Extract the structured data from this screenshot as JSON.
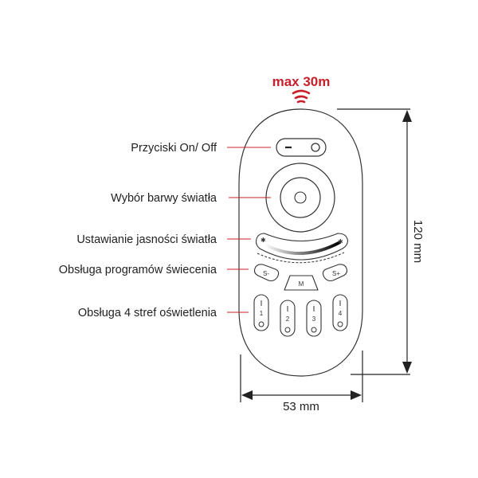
{
  "range_label": "max 30m",
  "labels": {
    "on_off": "Przyciski On/ Off",
    "color": "Wybór barwy światła",
    "brightness": "Ustawianie jasności światła",
    "programs": "Obsługa programów świecenia",
    "zones": "Obsługa 4 stref oświetlenia"
  },
  "buttons": {
    "speed_minus": "S-",
    "mode": "M",
    "speed_plus": "S+",
    "zones": [
      "1",
      "2",
      "3",
      "4"
    ]
  },
  "dimensions": {
    "height": "120 mm",
    "width": "53 mm"
  },
  "colors": {
    "accent": "#c8202a",
    "line": "#333333"
  }
}
